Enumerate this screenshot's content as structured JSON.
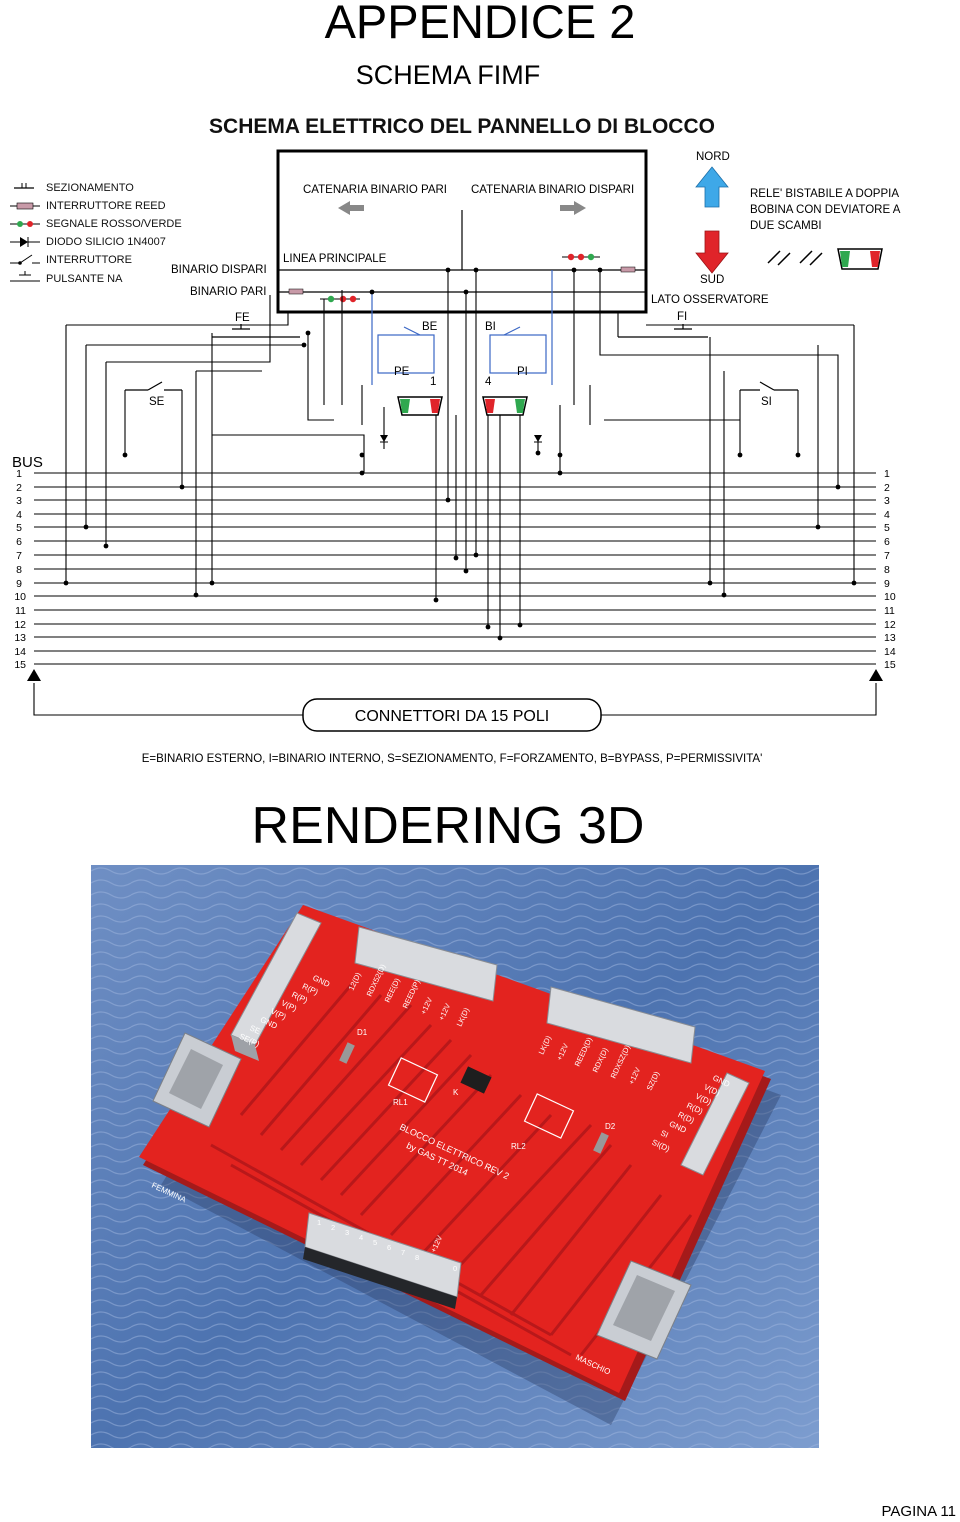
{
  "page": {
    "title": "APPENDICE 2",
    "subtitle": "SCHEMA FIMF",
    "render_title": "RENDERING 3D",
    "page_number": "PAGINA 11"
  },
  "schema": {
    "title": "SCHEMA ELETTRICO DEL PANNELLO DI BLOCCO",
    "legend": [
      "SEZIONAMENTO",
      "INTERRUTTORE REED",
      "SEGNALE ROSSO/VERDE",
      "DIODO SILICIO 1N4007",
      "INTERRUTTORE",
      "PULSANTE NA"
    ],
    "labels": {
      "catenaria_pari": "CATENARIA BINARIO PARI",
      "catenaria_dispari": "CATENARIA BINARIO DISPARI",
      "linea_principale": "LINEA PRINCIPALE",
      "binario_dispari": "BINARIO DISPARI",
      "binario_pari": "BINARIO PARI",
      "nord": "NORD",
      "sud": "SUD",
      "lato_osservatore": "LATO OSSERVATORE",
      "rele": [
        "RELE' BISTABILE A DOPPIA",
        "BOBINA CON DEVIATORE A",
        "DUE SCAMBI"
      ],
      "fe": "FE",
      "fi": "FI",
      "be": "BE",
      "bi": "BI",
      "pe": "PE",
      "pi": "PI",
      "se": "SE",
      "si": "SI",
      "one": "1",
      "four": "4",
      "bus": "BUS",
      "connettori": "CONNETTORI DA 15 POLI",
      "footnote": "E=BINARIO ESTERNO, I=BINARIO INTERNO, S=SEZIONAMENTO, F=FORZAMENTO, B=BYPASS, P=PERMISSIVITA'"
    },
    "bus_lines": [
      "1",
      "2",
      "3",
      "4",
      "5",
      "6",
      "7",
      "8",
      "9",
      "10",
      "11",
      "12",
      "13",
      "14",
      "15"
    ],
    "colors": {
      "red": "#e0242a",
      "green": "#2fa84f",
      "blue_wire": "#3a66c4",
      "arrow_blue": "#3ea8e8",
      "arrow_red": "#e0242a"
    }
  },
  "board": {
    "connector_left_labels": [
      "GND",
      "R(P)",
      "R(P)",
      "V(P)",
      "V(P)",
      "GND",
      "SE",
      "SE(P)"
    ],
    "connector_right_labels": [
      "GND",
      "V(D)",
      "V(D)",
      "R(D)",
      "R(D)",
      "GND",
      "SI",
      "SI(D)"
    ],
    "top_labels_left": [
      "12(D)",
      "RDX52(D)",
      "REE(D)",
      "REED(P)",
      "+12V",
      "+12V",
      "LK(D)"
    ],
    "top_labels_right": [
      "LK(D)",
      "+12V",
      "REED(D)",
      "RDX(D)",
      "RDXSZ(D)",
      "+12V",
      "SZ(D)"
    ],
    "parts": [
      "D1",
      "D2",
      "RL1",
      "RL2",
      "K"
    ],
    "center_text": [
      "BLOCCO ELETTRICO REV 2",
      "by GAS TT 2014"
    ],
    "femmina": "FEMMINA",
    "maschio": "MASCHIO",
    "bottom_pins": [
      "1",
      "2",
      "3",
      "4",
      "5",
      "6",
      "7",
      "8",
      "+12V",
      "0"
    ],
    "colors": {
      "board": "#e3231f",
      "trace": "#b8181a",
      "plate": "#c9cdd3",
      "background": "#5b7fb8"
    }
  }
}
